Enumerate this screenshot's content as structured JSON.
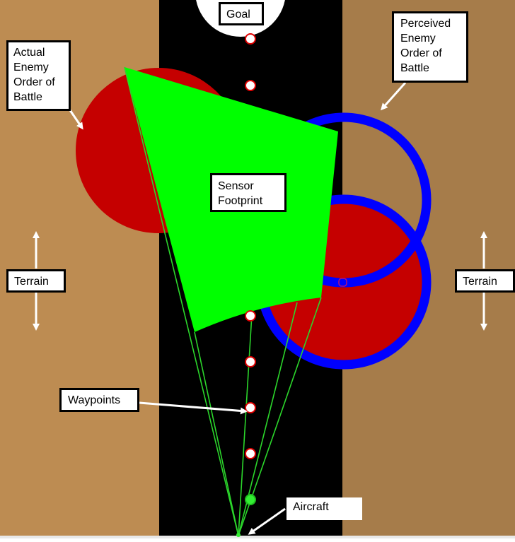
{
  "colors": {
    "terrain_left": "#BD8C52",
    "terrain_right": "#A67C4A",
    "corridor": "#000000",
    "goal_area": "#FFFFFF",
    "actual_enemy": "#C50000",
    "perceived_enemy_ring": "#0000FF",
    "sensor_footprint": "#00FF00",
    "sensor_rays": "#2BD62B",
    "waypoint_fill": "#FFFFFF",
    "waypoint_ring": "#E00000",
    "current_waypoint": "#33EE33",
    "arrow": "#FFFFFF"
  },
  "labels": {
    "goal": "Goal",
    "actual_enemy": "Actual\nEnemy\nOrder of\nBattle",
    "perceived_enemy": "Perceived\nEnemy\nOrder of\nBattle",
    "sensor_footprint": "Sensor\nFootprint",
    "terrain_left": "Terrain",
    "terrain_right": "Terrain",
    "waypoints": "Waypoints",
    "aircraft": "Aircraft"
  },
  "scene": {
    "waypoint_count": 7,
    "waypoints_before_footprint": 2,
    "waypoints_after_footprint": 5,
    "current_waypoint_index": 6,
    "perceived_enemy_count": 2,
    "actual_enemy_count": 2
  }
}
